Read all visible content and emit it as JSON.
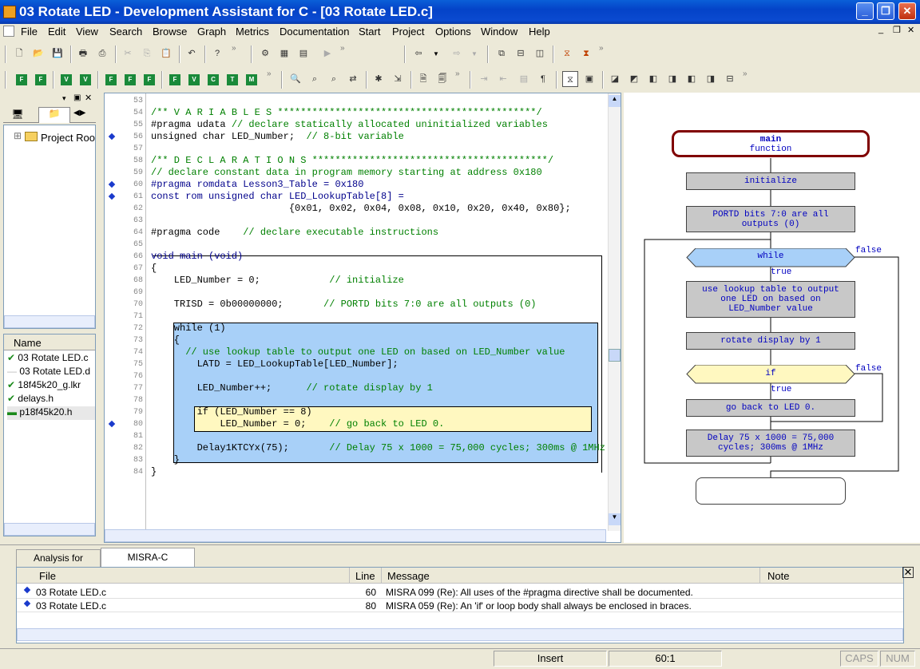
{
  "window": {
    "title": "03 Rotate LED - Development Assistant for C - [03 Rotate LED.c]"
  },
  "menu": [
    "File",
    "Edit",
    "View",
    "Search",
    "Browse",
    "Graph",
    "Metrics",
    "Documentation",
    "Start",
    "Project",
    "Options",
    "Window",
    "Help"
  ],
  "left_panel": {
    "tree_item": "Project Roo",
    "files_header": "Name",
    "files": [
      "03 Rotate LED.c",
      "03 Rotate LED.d",
      "18f45k20_g.lkr",
      "delays.h",
      "p18f45k20.h"
    ]
  },
  "code_lines": [
    {
      "n": "53",
      "t": ""
    },
    {
      "n": "54",
      "t": "/** V A R I A B L E S *********************************************/"
    },
    {
      "n": "55",
      "t": "#pragma udata // declare statically allocated uninitialized variables"
    },
    {
      "n": "56",
      "t": "unsigned char LED_Number;  // 8-bit variable"
    },
    {
      "n": "57",
      "t": ""
    },
    {
      "n": "58",
      "t": "/** D E C L A R A T I O N S *****************************************/"
    },
    {
      "n": "59",
      "t": "// declare constant data in program memory starting at address 0x180"
    },
    {
      "n": "60",
      "t": "#pragma romdata Lesson3_Table = 0x180"
    },
    {
      "n": "61",
      "t": "const rom unsigned char LED_LookupTable[8] ="
    },
    {
      "n": "62",
      "t": "                        {0x01, 0x02, 0x04, 0x08, 0x10, 0x20, 0x40, 0x80};"
    },
    {
      "n": "63",
      "t": ""
    },
    {
      "n": "64",
      "t": "#pragma code    // declare executable instructions"
    },
    {
      "n": "65",
      "t": ""
    },
    {
      "n": "66",
      "t": "void main (void)"
    },
    {
      "n": "67",
      "t": "{"
    },
    {
      "n": "68",
      "t": "    LED_Number = 0;            // initialize"
    },
    {
      "n": "69",
      "t": ""
    },
    {
      "n": "70",
      "t": "    TRISD = 0b00000000;       // PORTD bits 7:0 are all outputs (0)"
    },
    {
      "n": "71",
      "t": ""
    },
    {
      "n": "72",
      "t": "    while (1)"
    },
    {
      "n": "73",
      "t": "    {"
    },
    {
      "n": "74",
      "t": "      // use lookup table to output one LED on based on LED_Number value"
    },
    {
      "n": "75",
      "t": "        LATD = LED_LookupTable[LED_Number];"
    },
    {
      "n": "76",
      "t": ""
    },
    {
      "n": "77",
      "t": "        LED_Number++;      // rotate display by 1"
    },
    {
      "n": "78",
      "t": ""
    },
    {
      "n": "79",
      "t": "        if (LED_Number == 8)"
    },
    {
      "n": "80",
      "t": "            LED_Number = 0;    // go back to LED 0."
    },
    {
      "n": "81",
      "t": ""
    },
    {
      "n": "82",
      "t": "        Delay1KTCYx(75);       // Delay 75 x 1000 = 75,000 cycles; 300ms @ 1MHz"
    },
    {
      "n": "83",
      "t": "    }"
    },
    {
      "n": "84",
      "t": "}"
    }
  ],
  "flow": {
    "main": "main",
    "main_sub": "function",
    "init": "initialize",
    "portd": "PORTD bits 7:0 are all outputs (0)",
    "while": "while",
    "true1": "true",
    "false1": "false",
    "lookup": "use lookup table to output one LED on based on LED_Number value",
    "rotate": "rotate display by 1",
    "if": "if",
    "true2": "true",
    "false2": "false",
    "goback": "go back to LED 0.",
    "delay": "Delay 75 x 1000 = 75,000 cycles; 300ms @ 1MHz"
  },
  "bottom": {
    "tabs": [
      "Analysis for Symbols",
      "MISRA-C Compliance"
    ],
    "cols": [
      "File",
      "Line",
      "Message",
      "Note"
    ],
    "rows": [
      {
        "file": "03 Rotate LED.c",
        "line": "60",
        "msg": "MISRA 099 (Re): All uses of the #pragma directive shall be documented."
      },
      {
        "file": "03 Rotate LED.c",
        "line": "80",
        "msg": "MISRA 059 (Re): An 'if' or loop body shall always be enclosed in braces."
      }
    ]
  },
  "status": {
    "mode": "Insert",
    "pos": "60:1",
    "caps": "CAPS",
    "num": "NUM"
  }
}
